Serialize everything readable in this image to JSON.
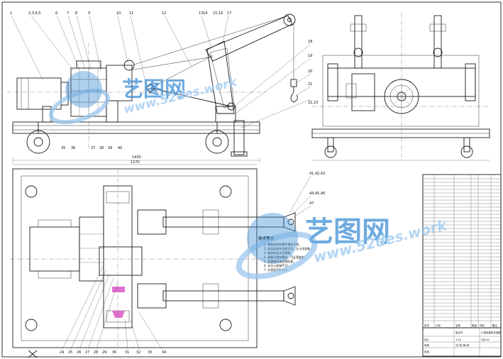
{
  "colors": {
    "line": "#1a1a1a",
    "watermark_blue": "#3f8fd6",
    "watermark_light": "#9cc7ee",
    "highlight": "#e070d0",
    "paper": "#ffffff"
  },
  "watermark": {
    "brand_cn": "艺图网",
    "site_1": "www.52des.work",
    "site_2": "www.52des.work"
  },
  "callouts_top": [
    "1",
    "2,3,4,5",
    "6",
    "7",
    "8",
    "9",
    "10",
    "11",
    "12",
    "13",
    "14",
    "15,16",
    "17",
    "18",
    "19",
    "20",
    "21",
    "22,23"
  ],
  "callouts_bottom": [
    "24",
    "25",
    "26",
    "27",
    "28",
    "29",
    "30",
    "31",
    "32",
    "33",
    "34",
    "35",
    "36",
    "37",
    "38",
    "39",
    "40"
  ],
  "plan_labels": [
    "41,42,43",
    "44,45,46",
    "47"
  ],
  "dimension_top": "1430",
  "dimension_plan": "1270",
  "notes_title": "技术要求",
  "notes": [
    "1. 装配前所有零件清洗干净。",
    "2. 各运动部件运转灵活，无卡滞现象。",
    "3. 轴承处加注润滑脂。",
    "4. 焊缝不得有裂纹、气孔等缺陷。",
    "5. 起重钢丝绳定期检查。",
    "6. 未注公差按IT12。",
    "7. 外表面涂防锈漆。"
  ],
  "title_block": {
    "drawing_title": "小型起重机总装图",
    "scale": "1:10",
    "sheet": "共1张 第1张",
    "designer": "设计",
    "checker": "审核",
    "approver": "批准",
    "material": "组合件",
    "drawing_no": "QZJ-00"
  },
  "bom_header": [
    "序号",
    "代号",
    "名称",
    "数量",
    "材料",
    "备注"
  ]
}
